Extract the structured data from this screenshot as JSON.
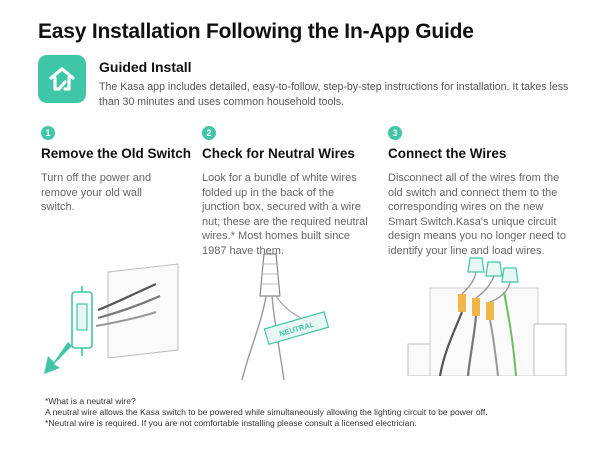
{
  "title": "Easy Installation Following the In-App Guide",
  "guided": {
    "title": "Guided Install",
    "description": "The Kasa app includes detailed, easy-to-follow, step-by-step instructions for installation. It takes less than 30 minutes and uses common household tools.",
    "icon": "kasa-home-icon"
  },
  "steps": [
    {
      "number": "1",
      "title": "Remove the Old Switch",
      "description": "Turn off the power and remove your old wall switch."
    },
    {
      "number": "2",
      "title": "Check for Neutral Wires",
      "description": "Look for a bundle of white wires folded up in the back of the junction box, secured with a wire nut; these are the required neutral wires.* Most homes built since 1987 have them."
    },
    {
      "number": "3",
      "title": "Connect the Wires",
      "description": "Disconnect all of the wires from the old switch and connect them to the corresponding wires on the new Smart Switch.Kasa's unique circuit design means you no longer need to identify your line and load wires."
    }
  ],
  "illustrations": {
    "neutral_label": "NEUTRAL"
  },
  "footnotes": {
    "line1": "*What is a neutral wire?",
    "line2": "A neutral wire allows the Kasa switch to be powered while simultaneously allowing the lighting circuit to be power off.",
    "line3": "*Neutral wire is required. If you are not comfortable installing please consult a licensed electrician."
  },
  "colors": {
    "accent": "#3fc6a6",
    "text": "#222222",
    "muted": "#666666"
  }
}
